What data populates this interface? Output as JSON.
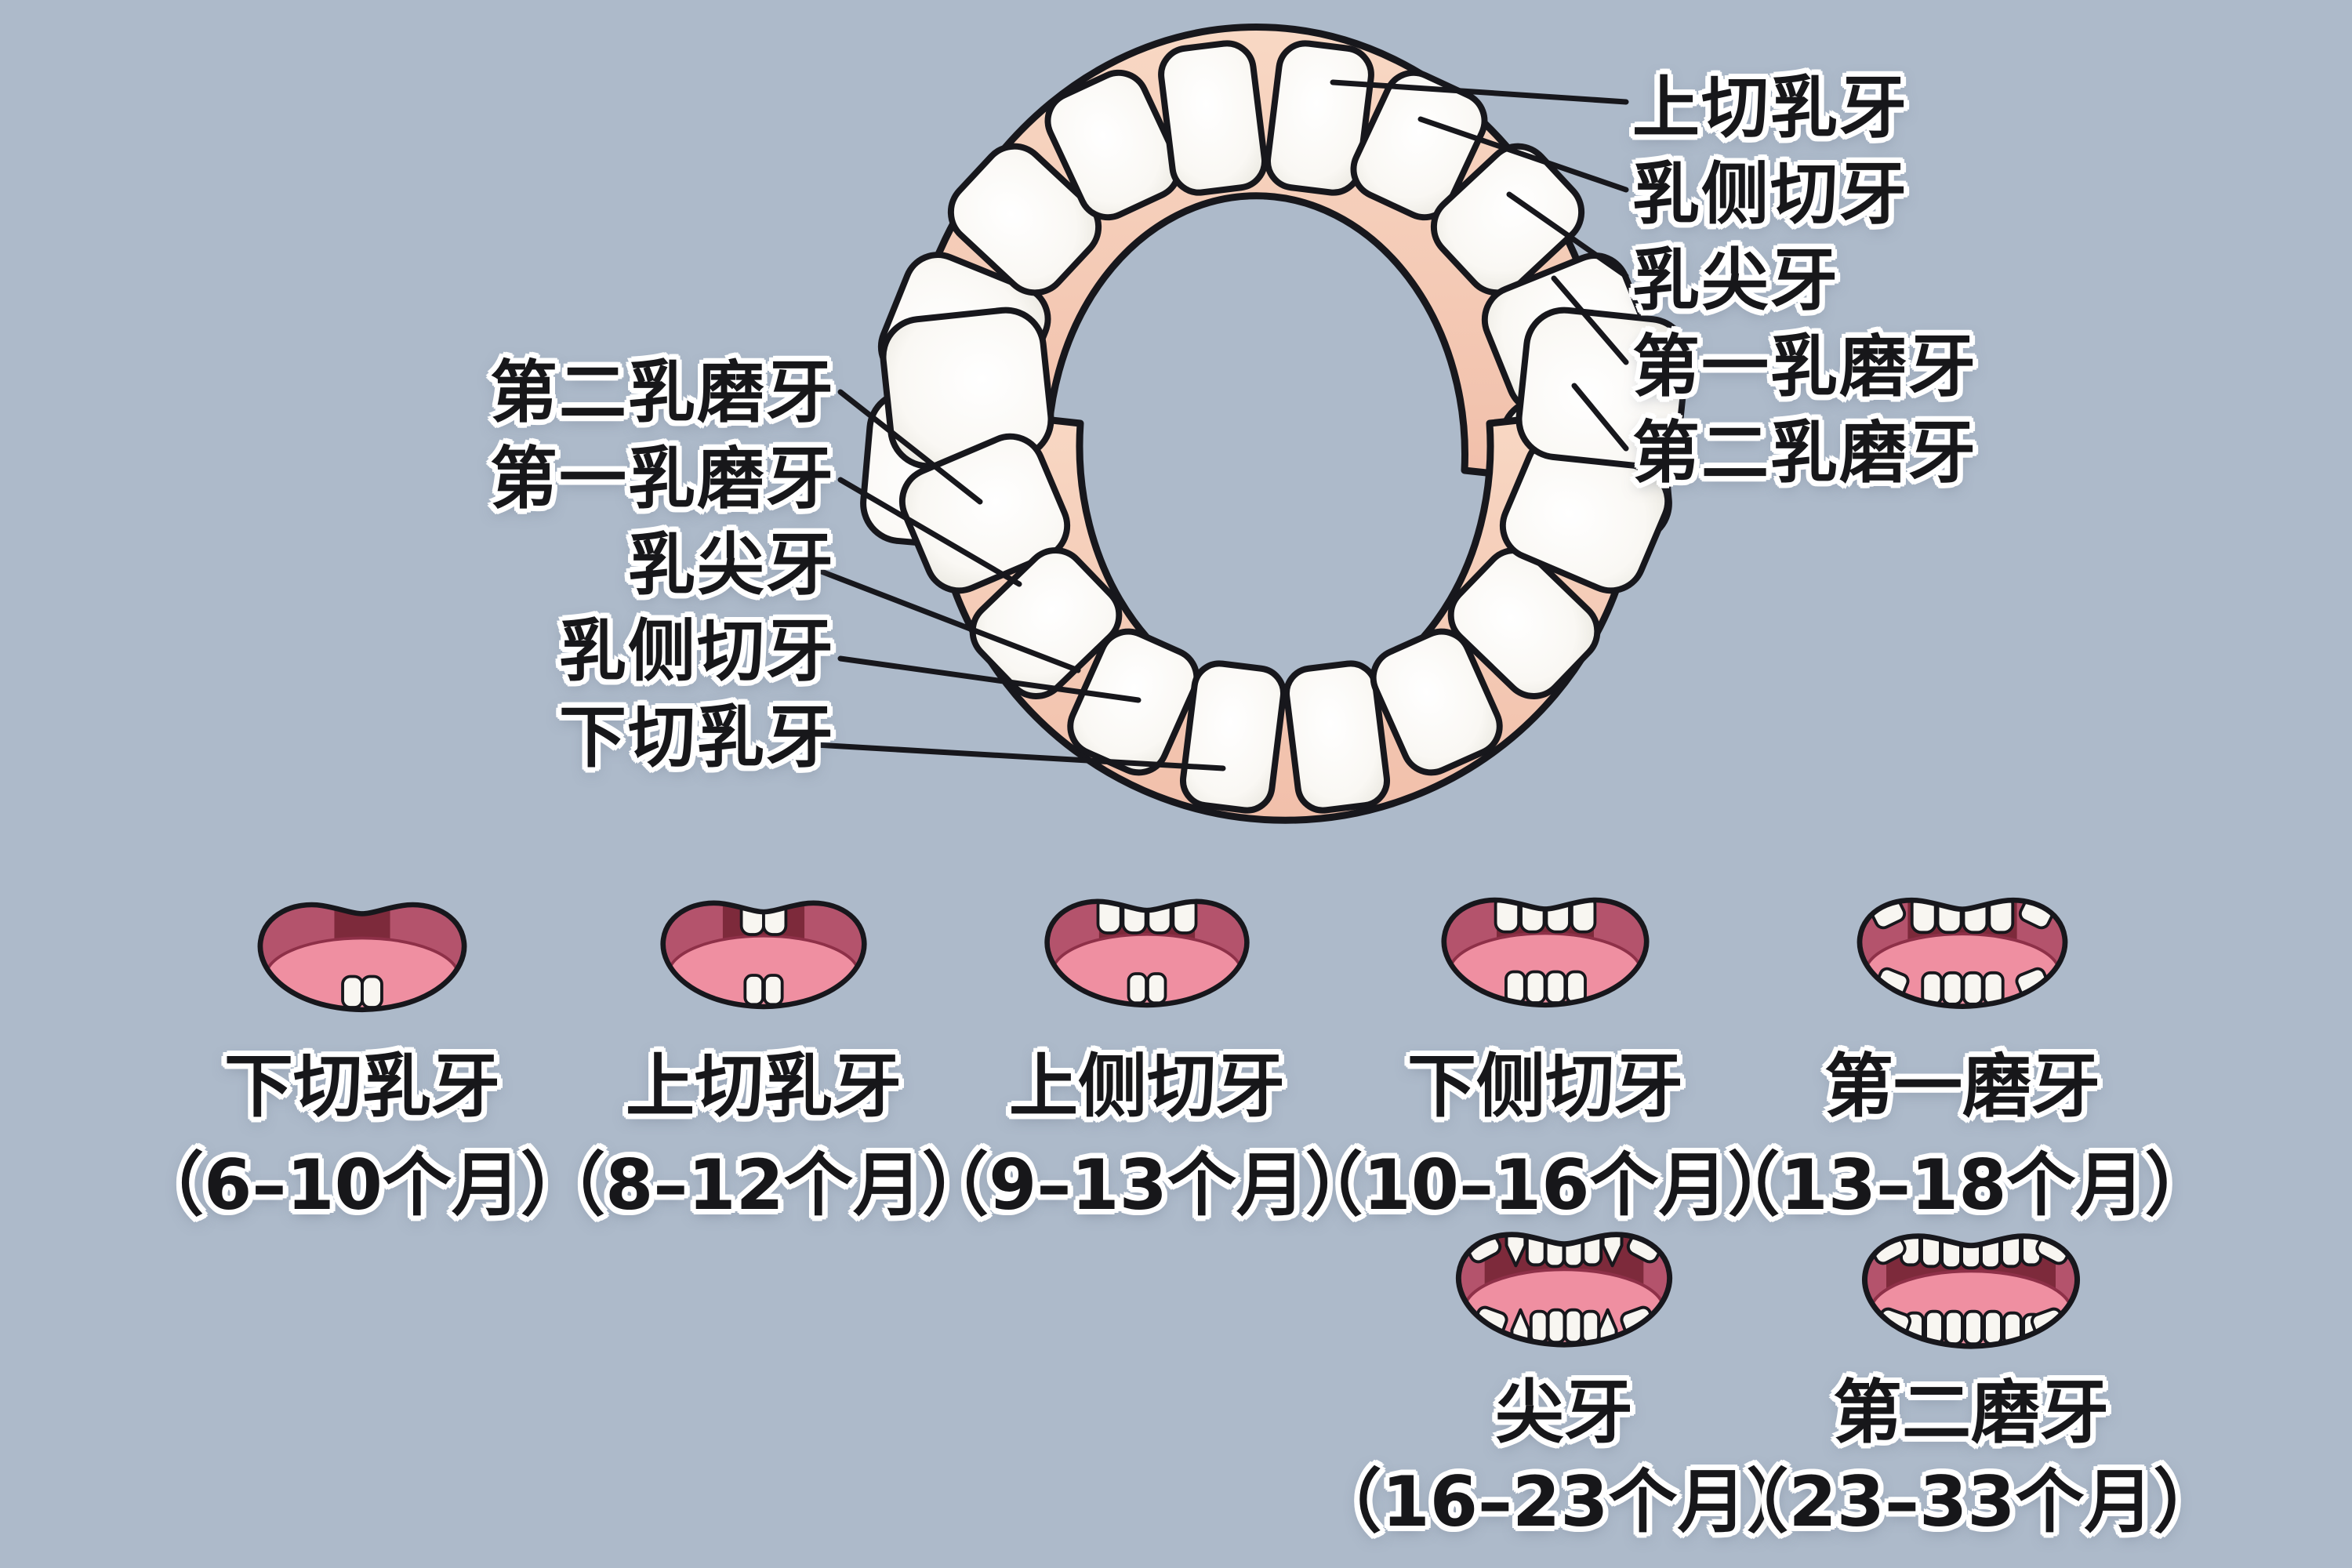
{
  "background_color": "#adbaca",
  "arch_diagram": {
    "right_labels": [
      "上切乳牙",
      "乳侧切牙",
      "乳尖牙",
      "第一乳磨牙",
      "第二乳磨牙"
    ],
    "left_labels": [
      "第二乳磨牙",
      "第一乳磨牙",
      "乳尖牙",
      "乳侧切牙",
      "下切乳牙"
    ]
  },
  "eruption_stages": [
    {
      "name": "下切乳牙",
      "months": "（6–10个月）"
    },
    {
      "name": "上切乳牙",
      "months": "（8–12个月）"
    },
    {
      "name": "上侧切牙",
      "months": "（9–13个月）"
    },
    {
      "name": "下侧切牙",
      "months": "（10–16个月）"
    },
    {
      "name": "第一磨牙",
      "months": "（13–18个月）"
    },
    {
      "name": "尖牙",
      "months": "（16–23个月）"
    },
    {
      "name": "第二磨牙",
      "months": "（23–33个月）"
    }
  ],
  "colors": {
    "background": "#adbaca",
    "gum": "#f5cfba",
    "tooth": "#f8f6f1",
    "outline": "#17171c",
    "mouth_rose": "#b4536c",
    "mouth_dark": "#7d2a3b",
    "tongue": "#ef8fa1",
    "text": "#17171a",
    "text_halo": "#ffffff"
  }
}
